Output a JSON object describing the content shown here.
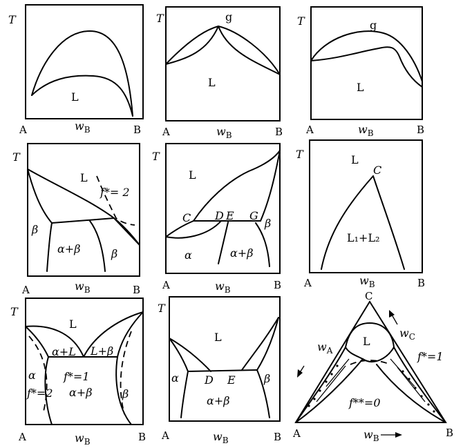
{
  "panels": [
    {
      "axis": {
        "T": "T",
        "left": "A",
        "right": "B",
        "x": "w",
        "x_sub": "B"
      },
      "regions": [
        "L"
      ]
    },
    {
      "axis": {
        "T": "T",
        "left": "A",
        "right": "B",
        "x": "w",
        "x_sub": "B"
      },
      "regions": [
        "g",
        "L"
      ]
    },
    {
      "axis": {
        "T": "T",
        "left": "A",
        "right": "B",
        "x": "w",
        "x_sub": "B"
      },
      "regions": [
        "g",
        "L"
      ]
    },
    {
      "axis": {
        "T": "T",
        "left": "A",
        "right": "B",
        "x": "w",
        "x_sub": "B"
      },
      "regions": [
        "L",
        "β",
        "α+β",
        "β"
      ],
      "annotation": "f*= 2"
    },
    {
      "axis": {
        "T": "T",
        "left": "A",
        "right": "B",
        "x": "w",
        "x_sub": "B"
      },
      "regions": [
        "L",
        "α",
        "α+β",
        "β"
      ],
      "points": [
        "C",
        "D",
        "E",
        "G"
      ]
    },
    {
      "axis": {
        "T": "T",
        "left": "A",
        "right": "B",
        "x": "w",
        "x_sub": "B"
      },
      "regions": [
        "L",
        "L₁+L₂"
      ],
      "points": [
        "C"
      ]
    },
    {
      "axis": {
        "T": "T",
        "left": "A",
        "right": "B",
        "x": "w",
        "x_sub": "B"
      },
      "regions": [
        "L",
        "α+L",
        "L+β",
        "α",
        "f*=2",
        "f*=1",
        "α+β",
        "β"
      ]
    },
    {
      "axis": {
        "T": "T",
        "left": "A",
        "right": "B",
        "x": "w",
        "x_sub": "B"
      },
      "regions": [
        "L",
        "α",
        "α+β",
        "β"
      ],
      "points": [
        "D",
        "E"
      ]
    },
    {
      "corners": [
        "C",
        "A",
        "B"
      ],
      "axes": [
        {
          "base": "w",
          "sub": "A"
        },
        {
          "base": "w",
          "sub": "C"
        },
        {
          "base": "w",
          "sub": "B"
        }
      ],
      "regions": [
        "L",
        "f**=0"
      ],
      "annotation": "f*=1"
    }
  ]
}
